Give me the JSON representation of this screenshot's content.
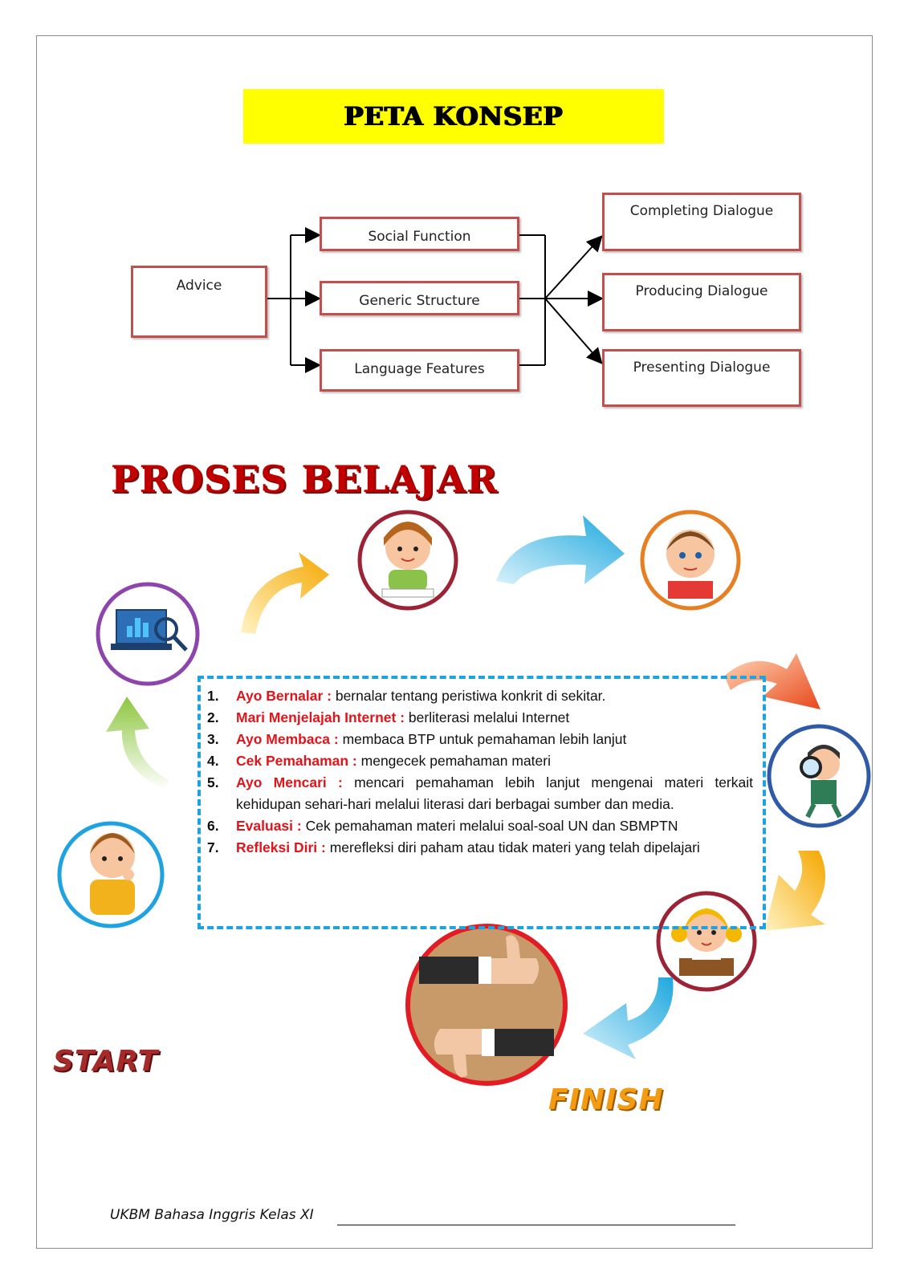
{
  "concept_map": {
    "title": "PETA KONSEP",
    "root": "Advice",
    "middle": [
      "Social Function",
      "Generic Structure",
      "Language Features"
    ],
    "outcomes": [
      "Completing Dialogue",
      "Producing Dialogue",
      "Presenting Dialogue"
    ]
  },
  "learning_process": {
    "title": "PROSES BELAJAR",
    "steps": [
      {
        "num": "1.",
        "label": "Ayo Bernalar :",
        "text": " bernalar tentang peristiwa konkrit di sekitar."
      },
      {
        "num": "2.",
        "label": "Mari Menjelajah Internet :",
        "text": " berliterasi melalui Internet"
      },
      {
        "num": "3.",
        "label": "Ayo Membaca :",
        "text": " membaca BTP untuk pemahaman lebih lanjut"
      },
      {
        "num": "4.",
        "label": "Cek Pemahaman :",
        "text": " mengecek pemahaman materi"
      },
      {
        "num": "5.",
        "label": "Ayo Mencari :",
        "text": " mencari pemahaman lebih lanjut mengenai materi terkait kehidupan sehari-hari melalui literasi dari berbagai sumber dan media."
      },
      {
        "num": "6.",
        "label": "Evaluasi :",
        "text": " Cek pemahaman materi melalui soal-soal UN dan SBMPTN"
      },
      {
        "num": "7.",
        "label": "Refleksi Diri :",
        "text": " merefleksi diri paham atau tidak materi yang telah dipelajari"
      }
    ],
    "start_label": "START",
    "finish_label": "FINISH"
  },
  "footer": {
    "text": "UKBM Bahasa Inggris Kelas XI"
  },
  "colors": {
    "title_band": "#ffff00",
    "box_border": "#c0504d",
    "step_label": "#e0141b",
    "dashed_border": "#1fa3e0",
    "proses_title": "#c00000",
    "finish": "#f39c12",
    "start": "#a52a2a"
  }
}
